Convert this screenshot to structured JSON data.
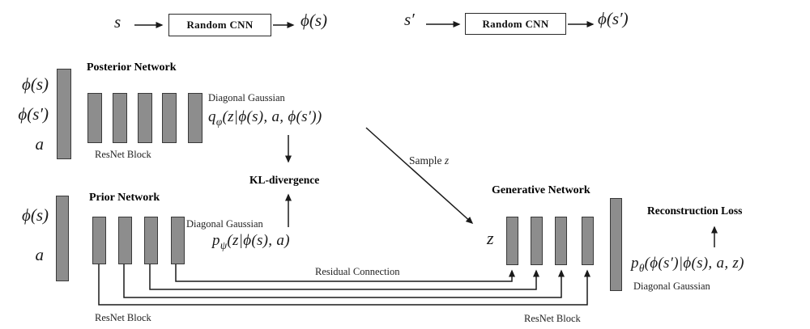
{
  "diagram": {
    "top_left": {
      "input": "s",
      "box_label": "Random CNN",
      "output": "ϕ(s)"
    },
    "top_right": {
      "input": "s′",
      "box_label": "Random CNN",
      "output": "ϕ(s′)"
    },
    "posterior": {
      "title": "Posterior Network",
      "inputs": [
        "ϕ(s)",
        "ϕ(s′)",
        "a"
      ],
      "bar_count": 5,
      "resnet_label": "ResNet Block",
      "dist_label": "Diagonal Gaussian",
      "formula": {
        "base": "q",
        "sub": "φ",
        "rest": "(z|ϕ(s), a, ϕ(s′))"
      }
    },
    "prior": {
      "title": "Prior Network",
      "inputs": [
        "ϕ(s)",
        "a"
      ],
      "bar_count": 4,
      "resnet_label": "ResNet Block",
      "dist_label": "Diagonal Gaussian",
      "formula": {
        "base": "p",
        "sub": "ψ",
        "rest": "(z|ϕ(s), a)"
      }
    },
    "generative": {
      "title": "Generative Network",
      "latent": "z",
      "bar_count": 4,
      "resnet_label": "ResNet Block",
      "dist_label": "Diagonal Gaussian",
      "recon_label": "Reconstruction Loss",
      "formula": {
        "base": "p",
        "sub": "θ",
        "rest": "(ϕ(s′)|ϕ(s), a, z)"
      }
    },
    "kl_label": "KL-divergence",
    "sample_label": {
      "text": "Sample",
      "var": "z"
    },
    "residual_label": "Residual Connection",
    "colors": {
      "bar_fill": "#8d8d8d",
      "bar_border": "#3a3a3a",
      "line": "#1a1a1a"
    }
  }
}
